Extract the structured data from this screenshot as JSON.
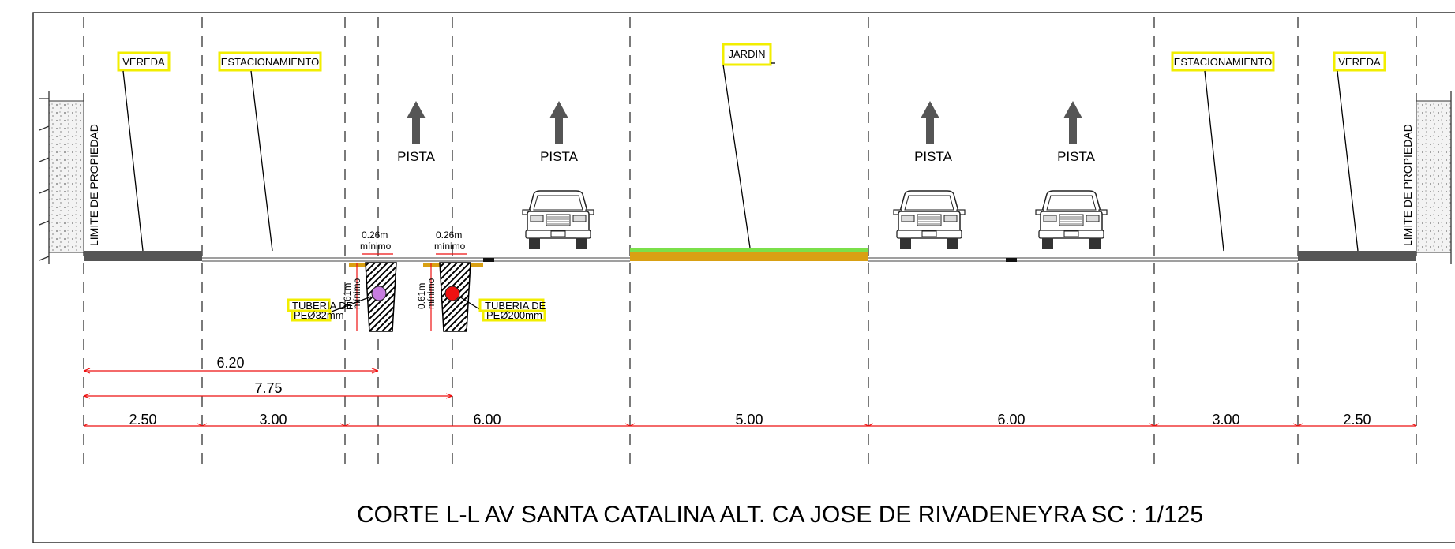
{
  "title": "CORTE L-L  AV SANTA CATALINA ALT. CA JOSE DE RIVADENEYRA SC : 1/125",
  "labels": {
    "vereda_left": "VEREDA",
    "estacionamiento_left": "ESTACIONAMIENTO",
    "jardin": "JARDIN",
    "estacionamiento_right": "ESTACIONAMIENTO",
    "vereda_right": "VEREDA",
    "limite_left": "LIMITE DE PROPIEDAD",
    "limite_right": "LIMITE DE PROPIEDAD"
  },
  "lanes": [
    "PISTA",
    "PISTA",
    "PISTA",
    "PISTA"
  ],
  "trenches": [
    {
      "width": "0.26m",
      "width_note": "mínimo",
      "depth": "0.61m",
      "depth_note": "mínimo",
      "pipe_line1": "TUBERIA DE",
      "pipe_line2": "PEØ32mm",
      "pipe_color": "#c77dde"
    },
    {
      "width": "0.26m",
      "width_note": "mínimo",
      "depth": "0.61m",
      "depth_note": "mínimo",
      "pipe_line1": "TUBERIA DE",
      "pipe_line2": "PEØ200mm",
      "pipe_color": "#ee1111"
    }
  ],
  "dimensions": {
    "d620": "6.20",
    "d775": "7.75",
    "segments": [
      "2.50",
      "3.00",
      "6.00",
      "5.00",
      "6.00",
      "3.00",
      "2.50"
    ]
  },
  "colors": {
    "accent_label": "#f2ee00",
    "dimension": "#ee1111",
    "garden_soil": "#d9a013",
    "garden_grass": "#7be04a",
    "sidewalk": "#555555"
  }
}
